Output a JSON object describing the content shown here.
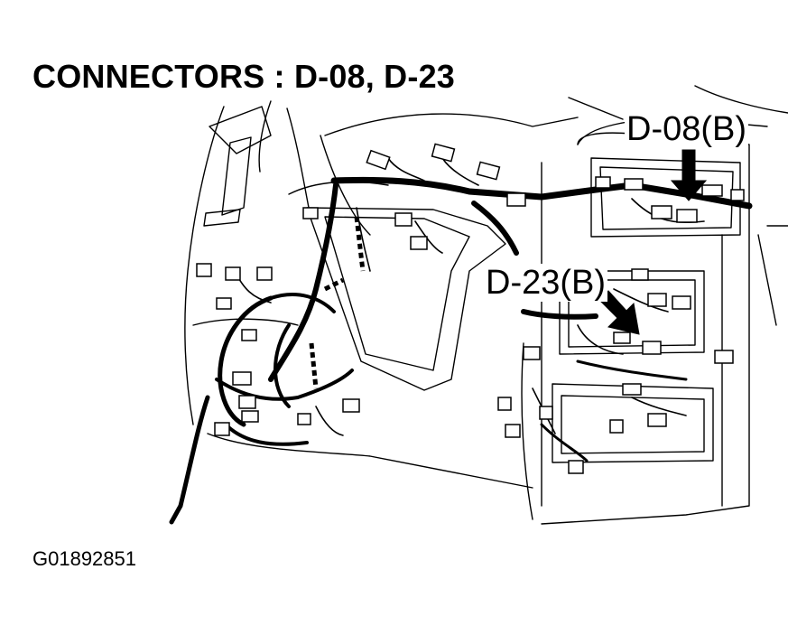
{
  "title": "CONNECTORS : D-08, D-23",
  "callouts": {
    "d08": "D-08(B)",
    "d23": "D-23(B)"
  },
  "figure_id": "G01892851",
  "colors": {
    "line": "#000000",
    "background": "#ffffff"
  }
}
